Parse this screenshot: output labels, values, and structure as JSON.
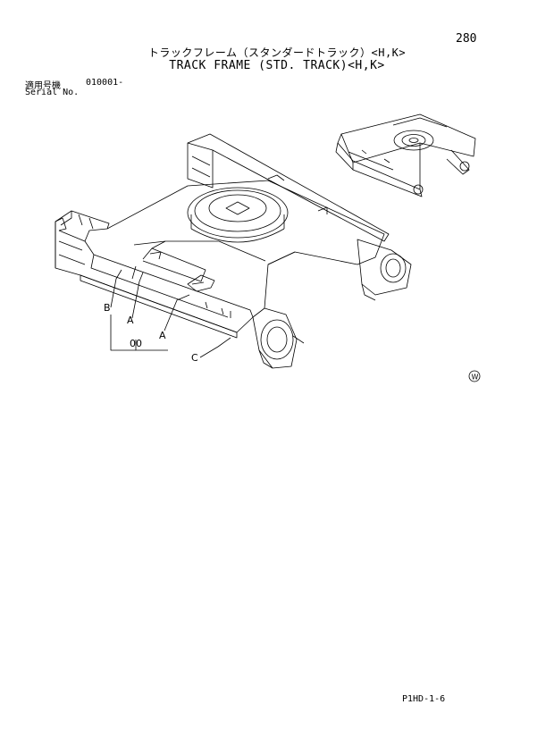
{
  "page": {
    "number": "280",
    "title_jp": "トラックフレーム（スタンダードトラック）<H,K>",
    "title_en": "TRACK FRAME (STD. TRACK)<H,K>",
    "serial_label_jp": "適用号機",
    "serial_label_en": "Serial No.",
    "serial_value": "010001-",
    "footer_code": "P1HD-1-6"
  },
  "callouts": {
    "b": "B",
    "a1": "A",
    "a2": "A",
    "c": "C",
    "zero_zero": "00",
    "w_symbol": "W"
  }
}
